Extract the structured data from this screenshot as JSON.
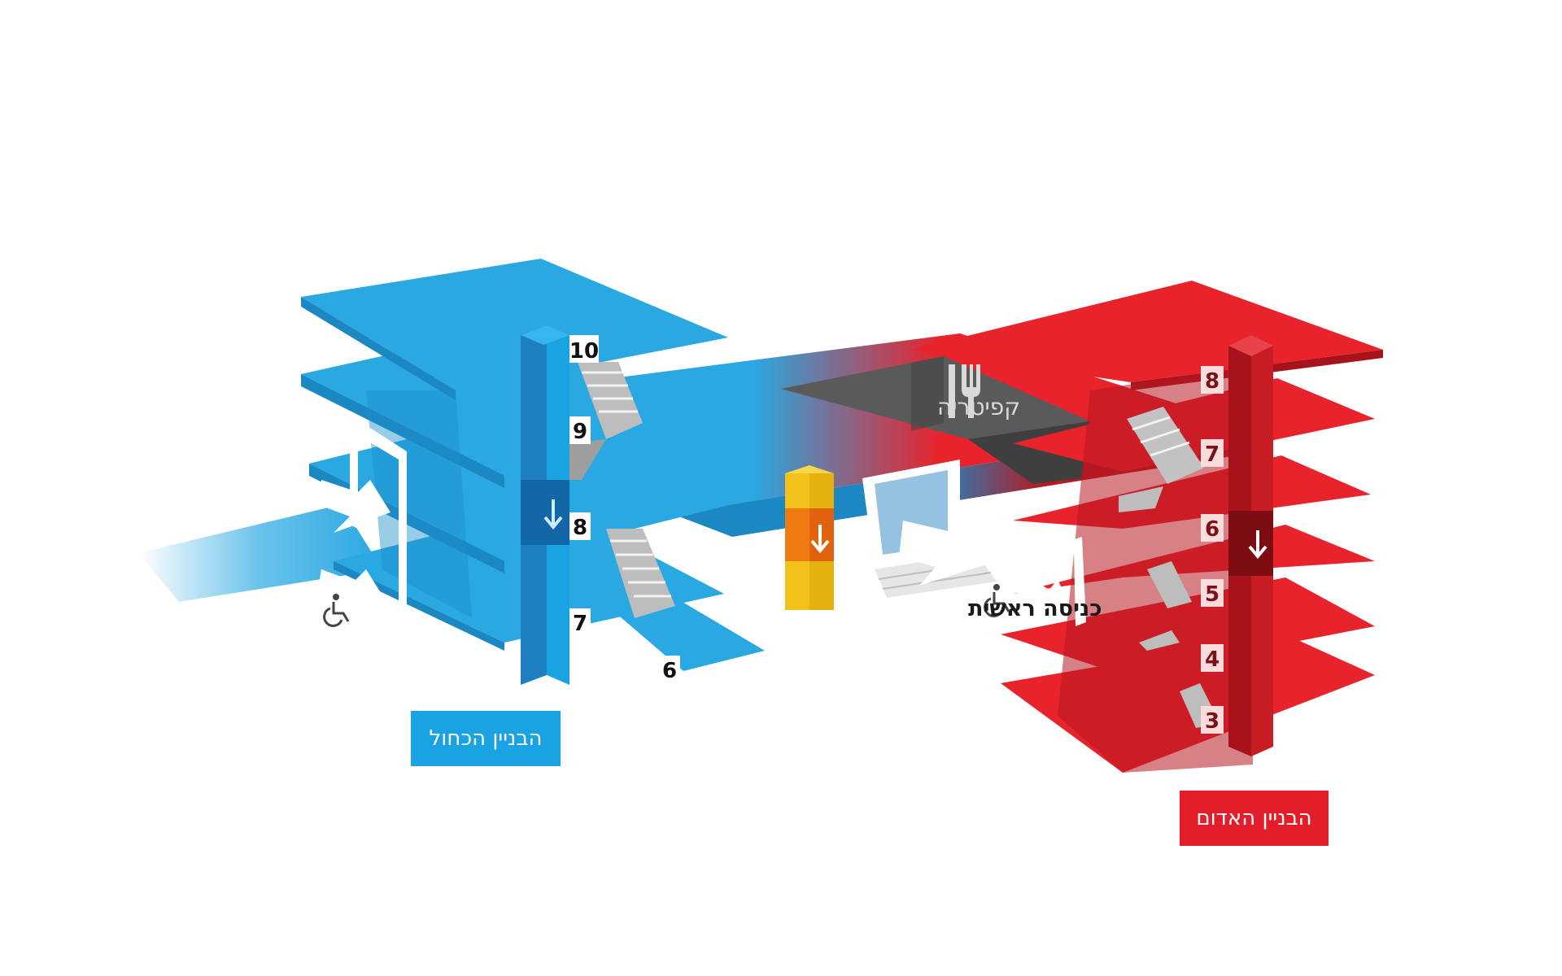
{
  "buildings": {
    "blue": {
      "label": "הבניין הכחול",
      "color": "#1aa3e3",
      "floors": [
        "10",
        "9",
        "8",
        "7",
        "6"
      ]
    },
    "red": {
      "label": "הבניין האדום",
      "color": "#e31e2a",
      "floors": [
        "8",
        "7",
        "6",
        "5",
        "4",
        "3"
      ]
    }
  },
  "cafeteria": {
    "label": "קפיטריה",
    "icon": "fork-knife-icon"
  },
  "main_entrance": {
    "label": "כניסה ראשית"
  },
  "icons": {
    "wheelchair": "wheelchair-icon",
    "elevator_arrow": "arrow-down-icon"
  },
  "colors": {
    "elevator_yellow": "#f2c21a",
    "elevator_orange": "#f07a12",
    "dark_gray": "#555555"
  }
}
